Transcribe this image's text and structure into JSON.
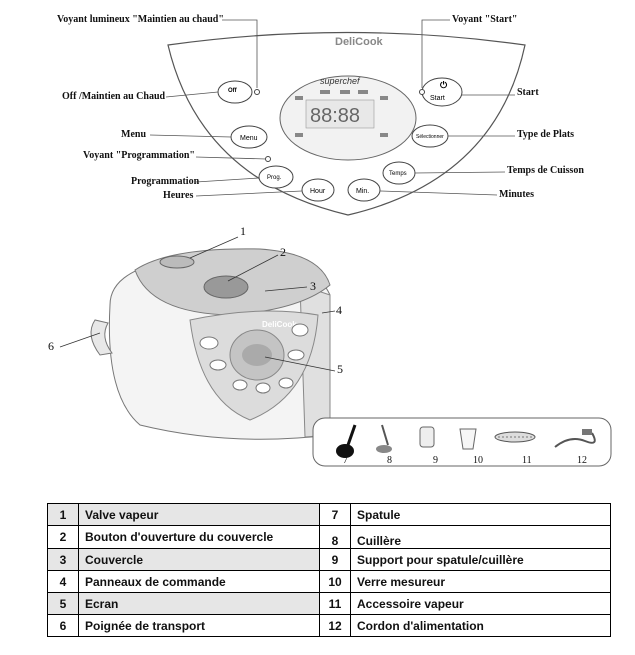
{
  "panel": {
    "brand": "DeliCook",
    "display_brand": "superchef",
    "display_digits": "88:88",
    "buttons": {
      "off": "Off",
      "start": "Start",
      "menu": "Menu",
      "select": "Sélectionner",
      "program": "Prog.",
      "time": "Temps",
      "hours": "Hour",
      "minutes": "Min."
    }
  },
  "callouts": {
    "keep_warm_light": "Voyant lumineux \"Maintien au chaud\"",
    "start_light": "Voyant \"Start\"",
    "off_keep_warm": "Off /Maintien au Chaud",
    "start": "Start",
    "menu": "Menu",
    "dish_type": "Type de Plats",
    "program_light": "Voyant \"Programmation\"",
    "cooking_time": "Temps de Cuisson",
    "programming": "Programmation",
    "hours": "Heures",
    "minutes": "Minutes"
  },
  "device_numbers": [
    "1",
    "2",
    "3",
    "4",
    "5",
    "6"
  ],
  "device_brand": "DeliCook",
  "accessory_numbers": [
    "7",
    "8",
    "9",
    "10",
    "11",
    "12"
  ],
  "parts_table": [
    {
      "n1": "1",
      "l": "Valve vapeur",
      "n2": "7",
      "r": "Spatule"
    },
    {
      "n1": "2",
      "l": "Bouton d'ouverture du couvercle",
      "n2": "8",
      "r": "Cuillère"
    },
    {
      "n1": "3",
      "l": "Couvercle",
      "n2": "9",
      "r": "Support pour spatule/cuillère"
    },
    {
      "n1": "4",
      "l": "Panneaux de commande",
      "n2": "10",
      "r": "Verre mesureur"
    },
    {
      "n1": "5",
      "l": "Ecran",
      "n2": "11",
      "r": "Accessoire vapeur"
    },
    {
      "n1": "6",
      "l": "Poignée de transport",
      "n2": "12",
      "r": "Cordon d'alimentation"
    }
  ]
}
